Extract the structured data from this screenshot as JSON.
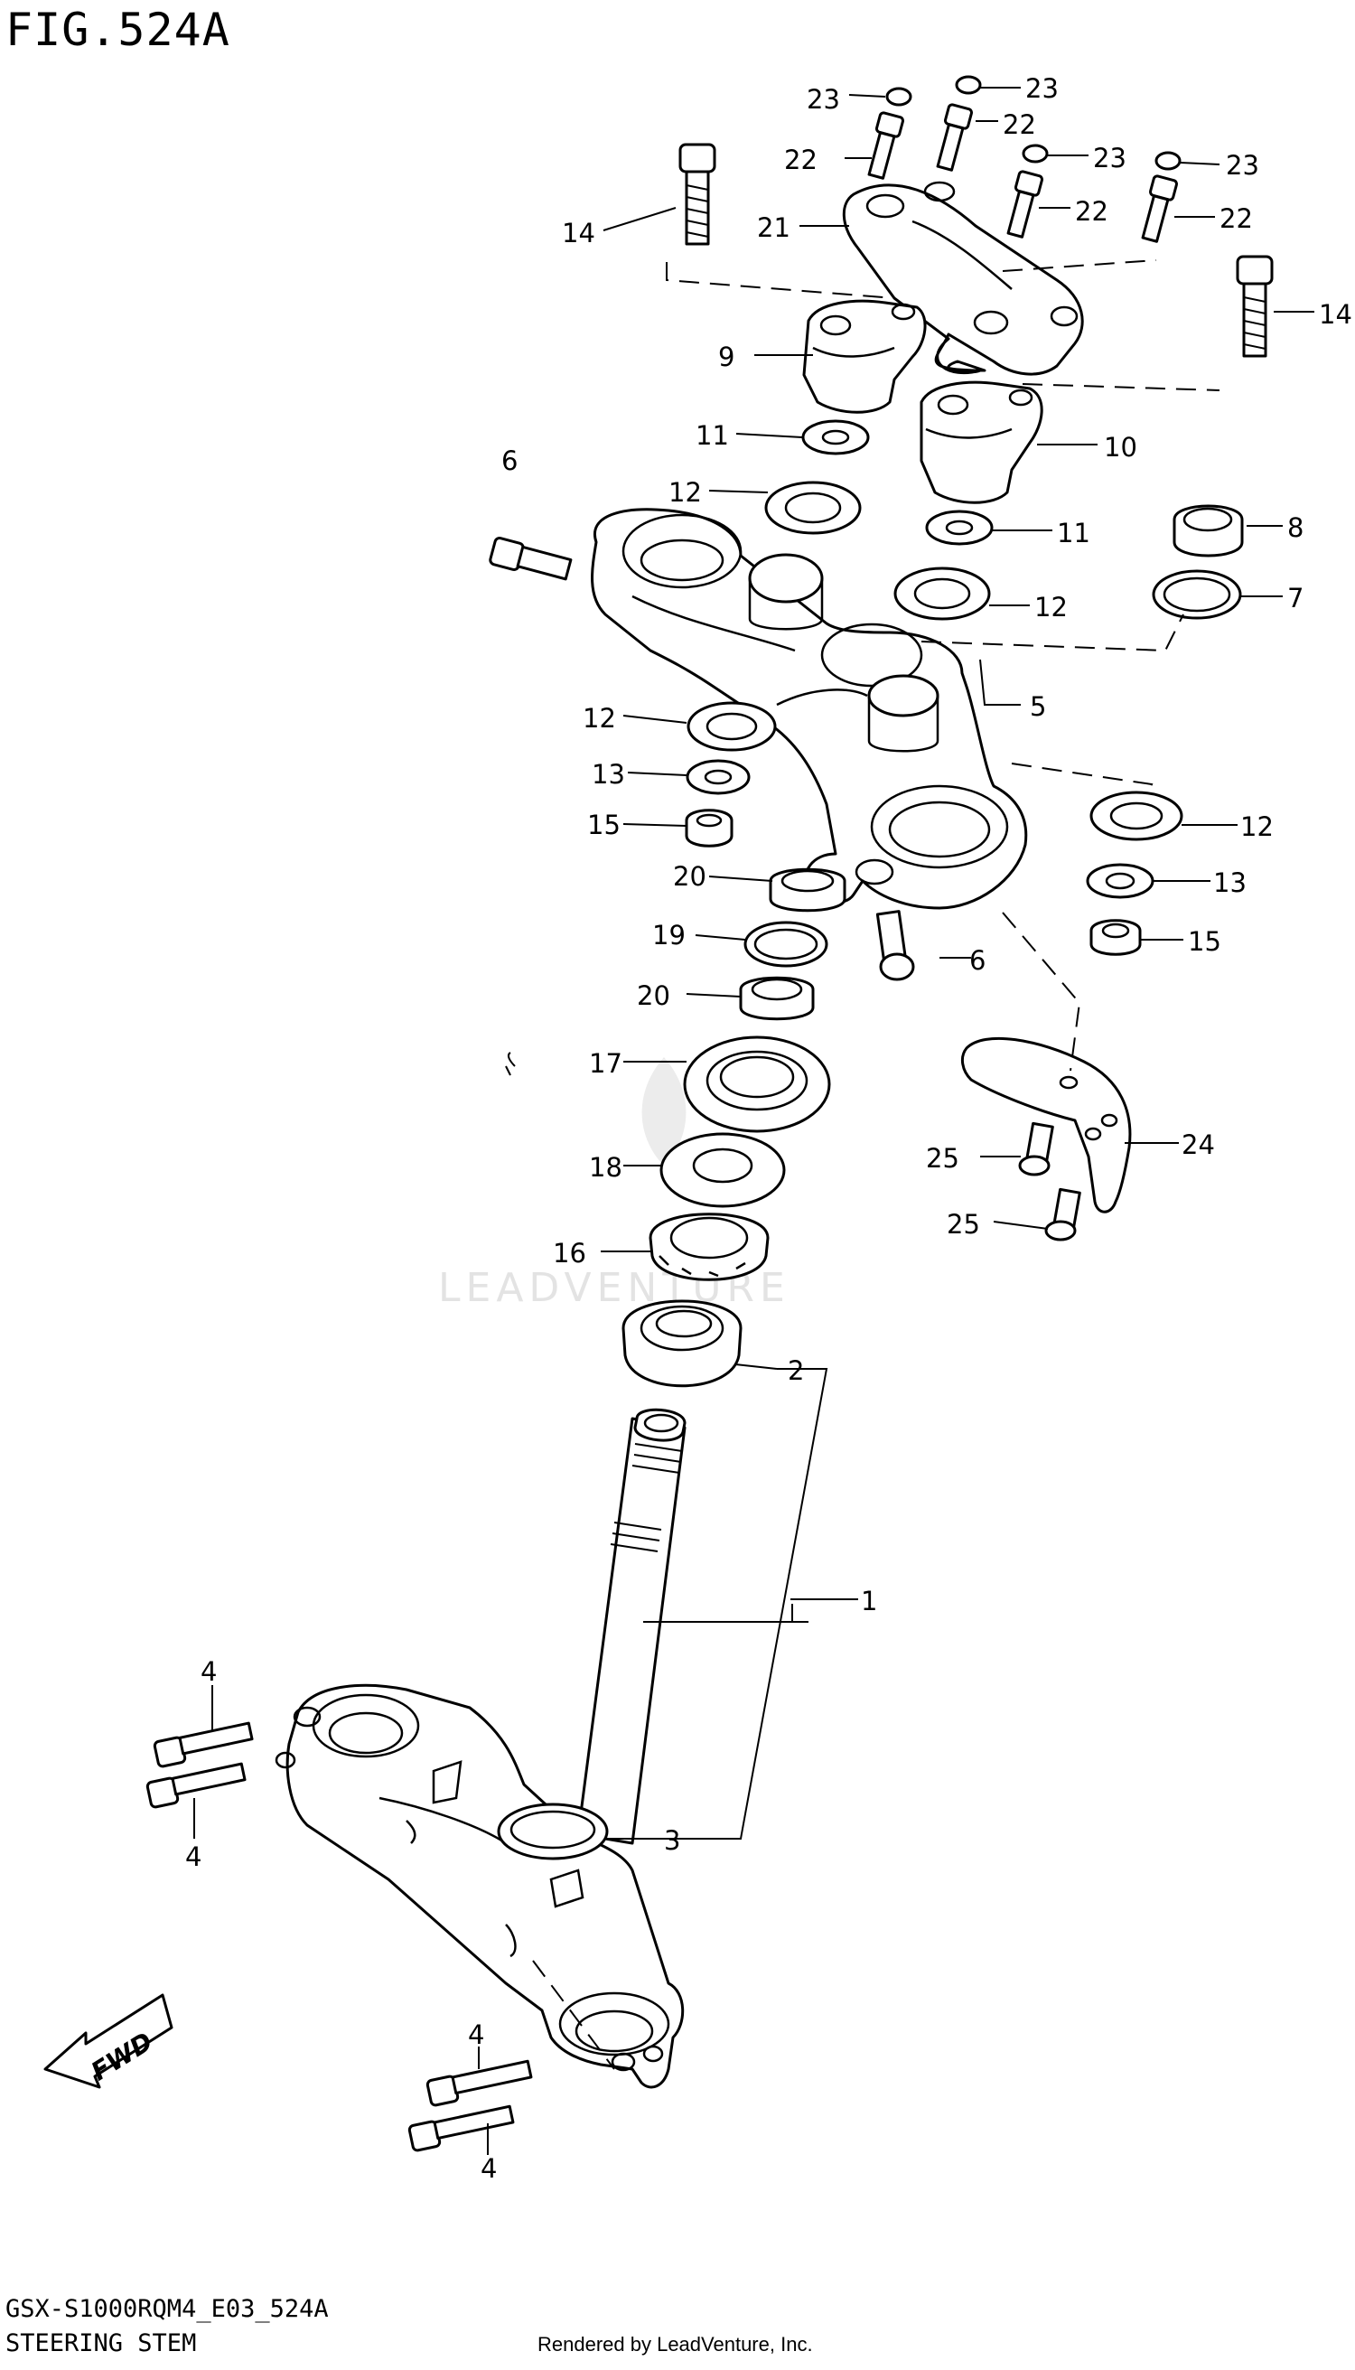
{
  "figure": {
    "title": "FIG.524A",
    "model_code": "GSX-S1000RQM4_E03_524A",
    "section_name": "STEERING STEM",
    "render_credit": "Rendered by LeadVenture, Inc.",
    "watermark": "LEADVENTURE",
    "fwd_label": "FWD"
  },
  "callouts": [
    {
      "id": "c23a",
      "label": "23"
    },
    {
      "id": "c23b",
      "label": "23"
    },
    {
      "id": "c23c",
      "label": "23"
    },
    {
      "id": "c23d",
      "label": "23"
    },
    {
      "id": "c22a",
      "label": "22"
    },
    {
      "id": "c22b",
      "label": "22"
    },
    {
      "id": "c22c",
      "label": "22"
    },
    {
      "id": "c22d",
      "label": "22"
    },
    {
      "id": "c21",
      "label": "21"
    },
    {
      "id": "c14a",
      "label": "14"
    },
    {
      "id": "c14b",
      "label": "14"
    },
    {
      "id": "c9",
      "label": "9"
    },
    {
      "id": "c10",
      "label": "10"
    },
    {
      "id": "c11a",
      "label": "11"
    },
    {
      "id": "c11b",
      "label": "11"
    },
    {
      "id": "c6a",
      "label": "6"
    },
    {
      "id": "c6b",
      "label": "6"
    },
    {
      "id": "c12a",
      "label": "12"
    },
    {
      "id": "c12b",
      "label": "12"
    },
    {
      "id": "c12c",
      "label": "12"
    },
    {
      "id": "c12d",
      "label": "12"
    },
    {
      "id": "c8",
      "label": "8"
    },
    {
      "id": "c7",
      "label": "7"
    },
    {
      "id": "c5",
      "label": "5"
    },
    {
      "id": "c13a",
      "label": "13"
    },
    {
      "id": "c13b",
      "label": "13"
    },
    {
      "id": "c15a",
      "label": "15"
    },
    {
      "id": "c15b",
      "label": "15"
    },
    {
      "id": "c20a",
      "label": "20"
    },
    {
      "id": "c20b",
      "label": "20"
    },
    {
      "id": "c19",
      "label": "19"
    },
    {
      "id": "c17",
      "label": "17"
    },
    {
      "id": "c18",
      "label": "18"
    },
    {
      "id": "c16",
      "label": "16"
    },
    {
      "id": "c25a",
      "label": "25"
    },
    {
      "id": "c25b",
      "label": "25"
    },
    {
      "id": "c24",
      "label": "24"
    },
    {
      "id": "c2",
      "label": "2"
    },
    {
      "id": "c1",
      "label": "1"
    },
    {
      "id": "c3",
      "label": "3"
    },
    {
      "id": "c4a",
      "label": "4"
    },
    {
      "id": "c4b",
      "label": "4"
    },
    {
      "id": "c4c",
      "label": "4"
    },
    {
      "id": "c4d",
      "label": "4"
    }
  ]
}
